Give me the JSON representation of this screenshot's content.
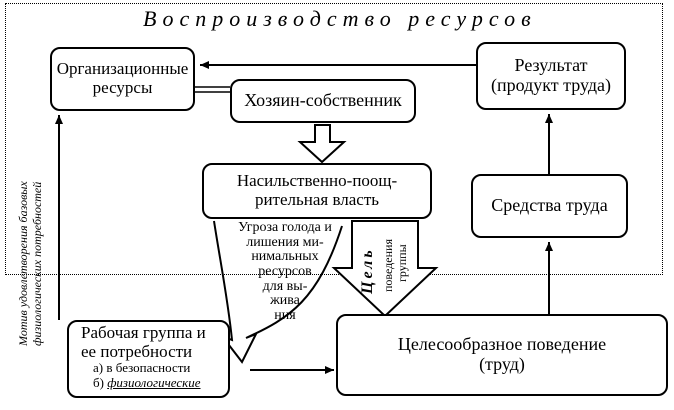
{
  "title": "Воспроизводство ресурсов",
  "boxes": {
    "org_resources": [
      "Организационные",
      "ресурсы"
    ],
    "owner": "Хозяин-собственник",
    "result": [
      "Результат",
      "(продукт труда)"
    ],
    "power": [
      "Насильственно-поощ-",
      "рительная власть"
    ],
    "means": "Средства труда",
    "behavior": [
      "Целесообразное поведение",
      "(труд)"
    ],
    "group": {
      "line1": "Рабочая группа и",
      "line2": "ее потребности",
      "needs": [
        {
          "prefix": "а)",
          "text": "в безопасности"
        },
        {
          "prefix": "б)",
          "text": "физиологические"
        }
      ]
    }
  },
  "side_label": [
    "Мотив удовлетворения базовых",
    "физиологических потребностей"
  ],
  "threat_label": [
    "Угроза голода и",
    "лишения ми-",
    "нимальных",
    "ресурсов",
    "для вы-",
    "жива",
    "ния"
  ],
  "goal_label": {
    "word": "Цель",
    "sub": [
      "поведения",
      "группы"
    ]
  }
}
